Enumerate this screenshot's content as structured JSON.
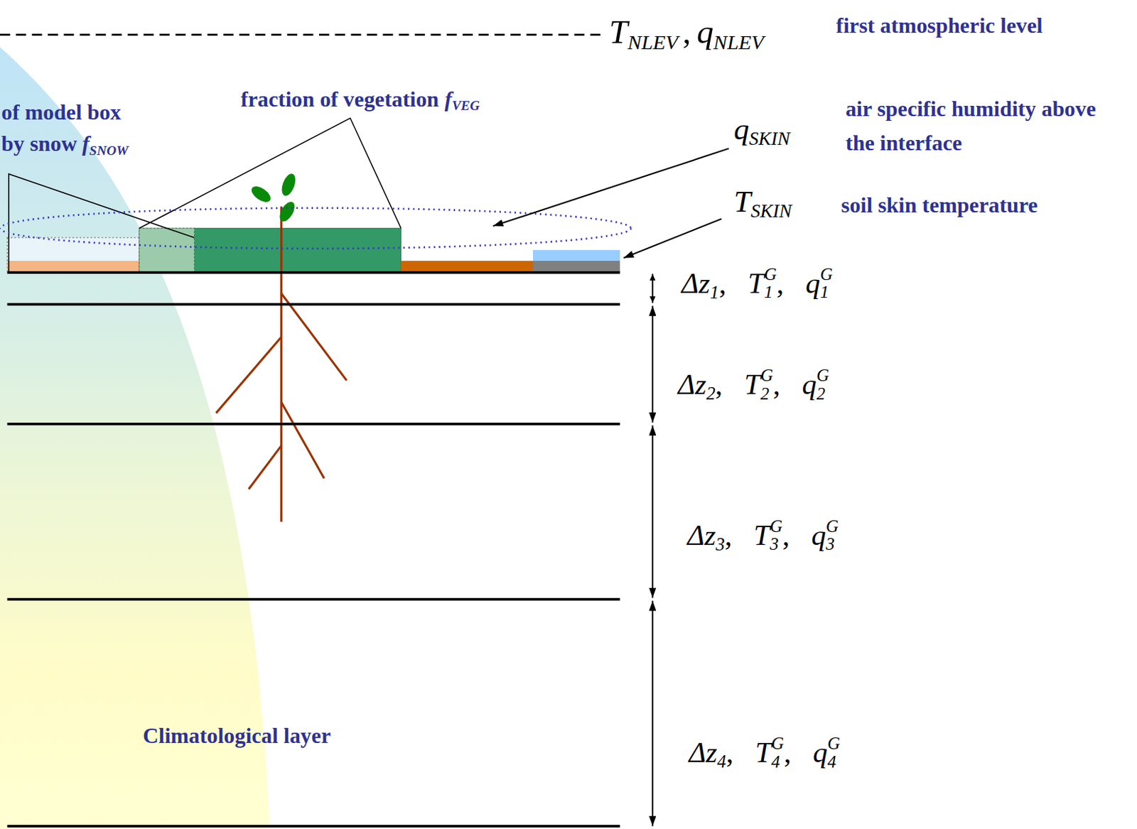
{
  "diagram": {
    "labels": [
      "T",
      "NLEV",
      ",",
      "q",
      "NLEV",
      "first atmospheric level",
      "of model box",
      "by snow",
      "f",
      "SNOW",
      "fraction of vegetation",
      "f",
      "VEG",
      "q",
      "SKIN",
      "air specific humidity above the interface",
      "T",
      "SKIN",
      "soil skin temperature",
      "Δz",
      "1",
      ",",
      "T",
      "G",
      "1",
      ",",
      "q",
      "G",
      "1",
      "Δz",
      "2",
      ",",
      "T",
      "G",
      "2",
      ",",
      "q",
      "G",
      "2",
      "Δz",
      "3",
      ",",
      "T",
      "G",
      "3",
      ",",
      "q",
      "G",
      "3",
      "Δz",
      "4",
      ",",
      "T",
      "G",
      "4",
      ",",
      "q",
      "G",
      "4",
      "Climatological layer"
    ]
  }
}
